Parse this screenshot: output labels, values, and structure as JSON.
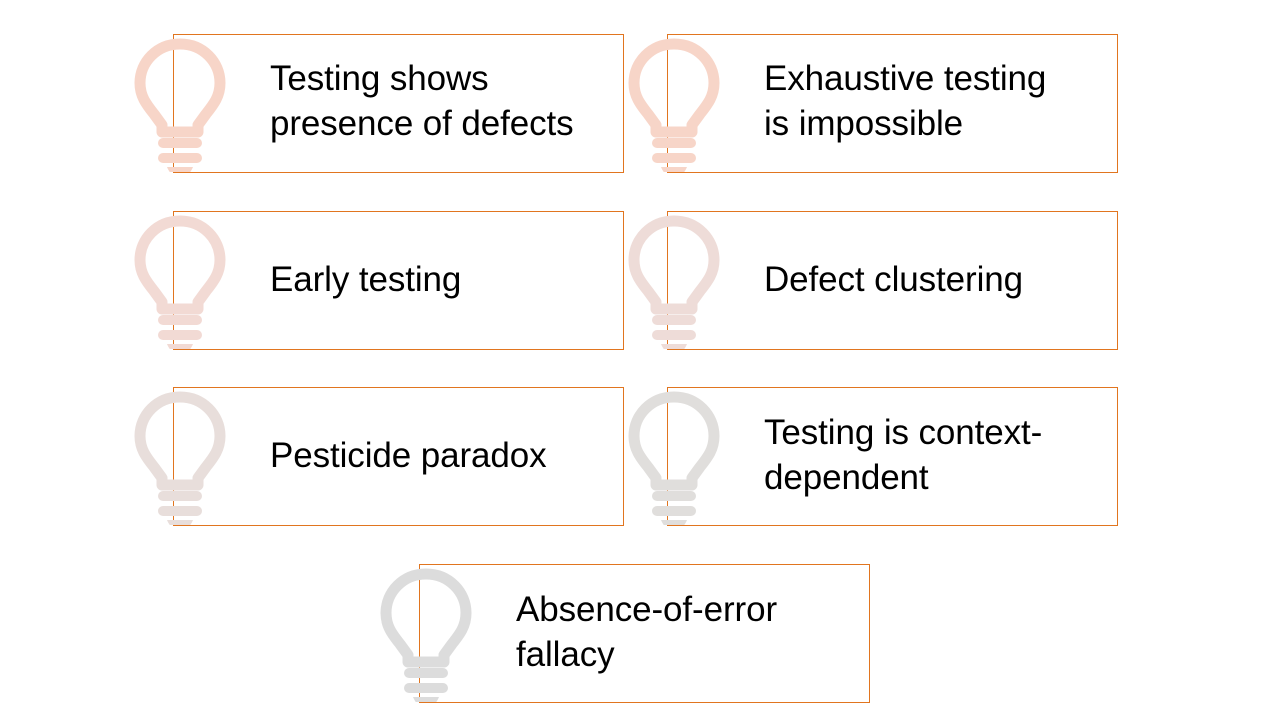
{
  "slide": {
    "background_color": "#FFFFFF",
    "border_color": "#E1751F",
    "text_color": "#000000",
    "icon_name": "lightbulb-icon"
  },
  "cards": [
    {
      "id": "testing-shows-presence-of-defects",
      "label": "Testing shows\npresence of defects",
      "icon": "lightbulb-icon",
      "icon_color": "#F7D5C8"
    },
    {
      "id": "exhaustive-testing-is-impossible",
      "label": "Exhaustive testing\nis impossible",
      "icon": "lightbulb-icon",
      "icon_color": "#F7D5C8"
    },
    {
      "id": "early-testing",
      "label": "Early testing",
      "icon": "lightbulb-icon",
      "icon_color": "#F2DAD4"
    },
    {
      "id": "defect-clustering",
      "label": "Defect clustering",
      "icon": "lightbulb-icon",
      "icon_color": "#EEDCD8"
    },
    {
      "id": "pesticide-paradox",
      "label": "Pesticide paradox",
      "icon": "lightbulb-icon",
      "icon_color": "#E8DEDB"
    },
    {
      "id": "testing-is-context-dependent",
      "label": "Testing is context-\ndependent",
      "icon": "lightbulb-icon",
      "icon_color": "#E0DEDC"
    },
    {
      "id": "absence-of-error-fallacy",
      "label": "Absence-of-error\nfallacy",
      "icon": "lightbulb-icon",
      "icon_color": "#DCDCDC"
    }
  ]
}
